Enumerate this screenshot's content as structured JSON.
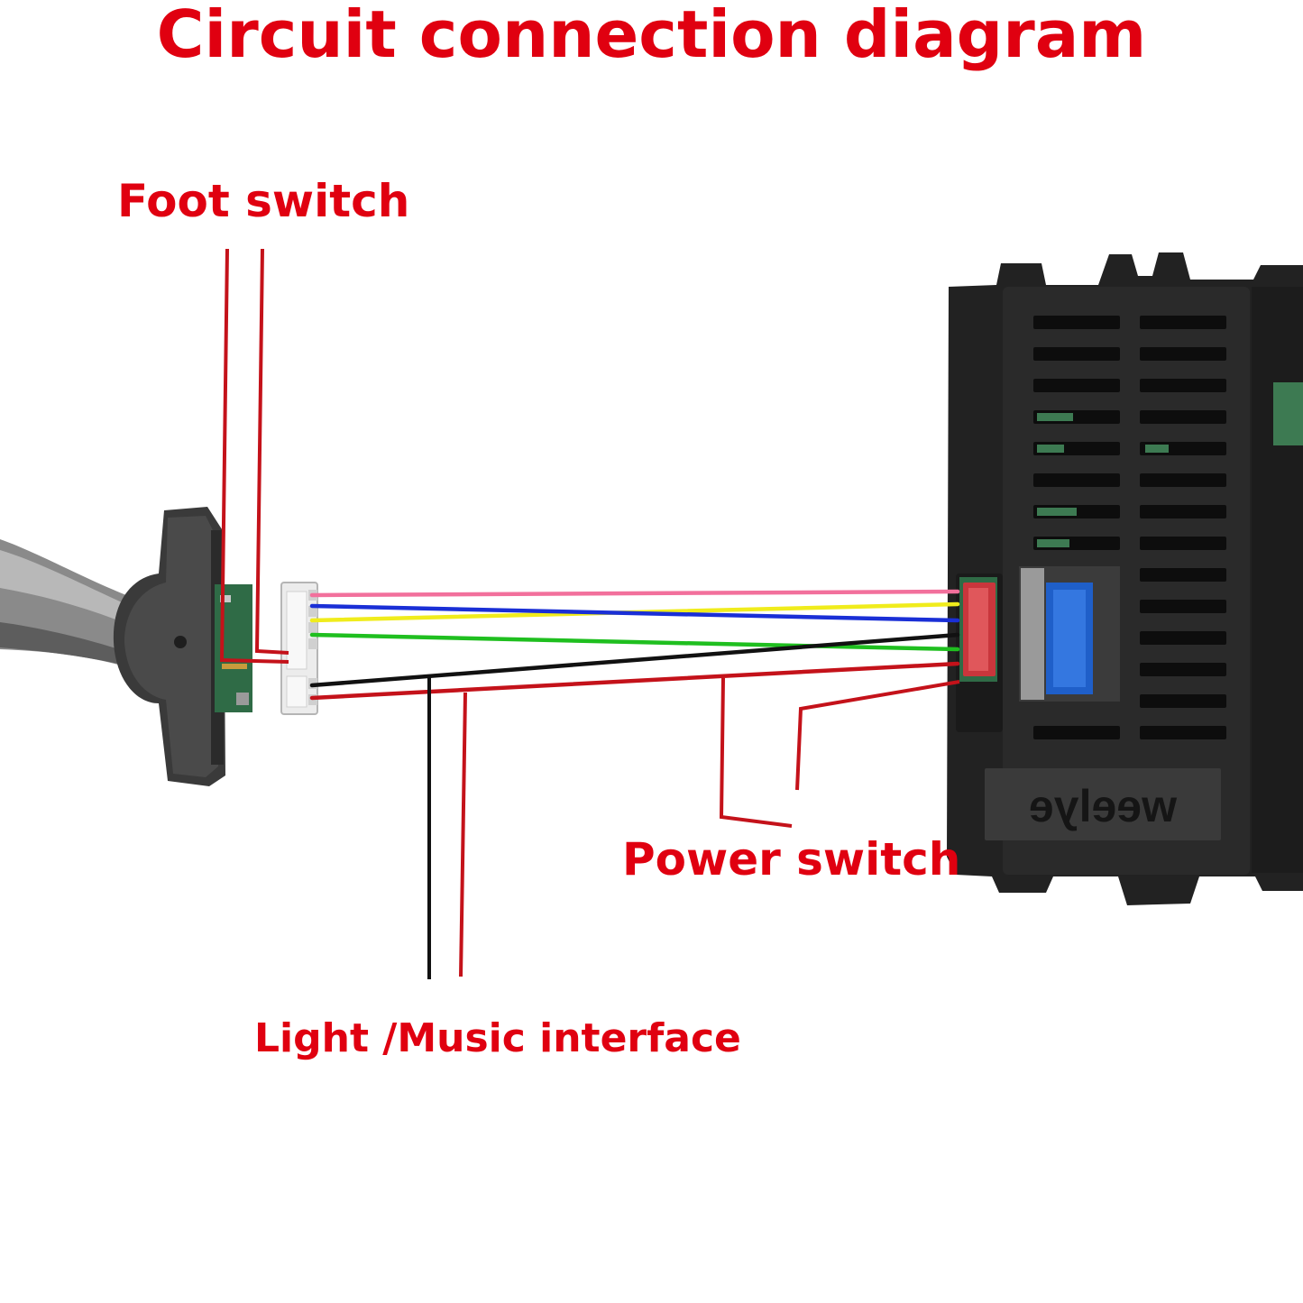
{
  "title": "Circuit connection diagram",
  "labels": {
    "foot_switch": "Foot switch",
    "power_switch": "Power switch",
    "light_music": "Light /Music interface"
  },
  "brand": "weelye",
  "colors": {
    "label_red": "#e00010",
    "wire_pink": "#f2709c",
    "wire_yellow": "#f0ec1c",
    "wire_blue": "#1a2fd6",
    "wire_green": "#1fbf1f",
    "wire_black": "#111111",
    "wire_red": "#c4121a",
    "controller_body": "#262626",
    "pcb_green": "#2f6b46",
    "connector_white": "#ececec"
  }
}
